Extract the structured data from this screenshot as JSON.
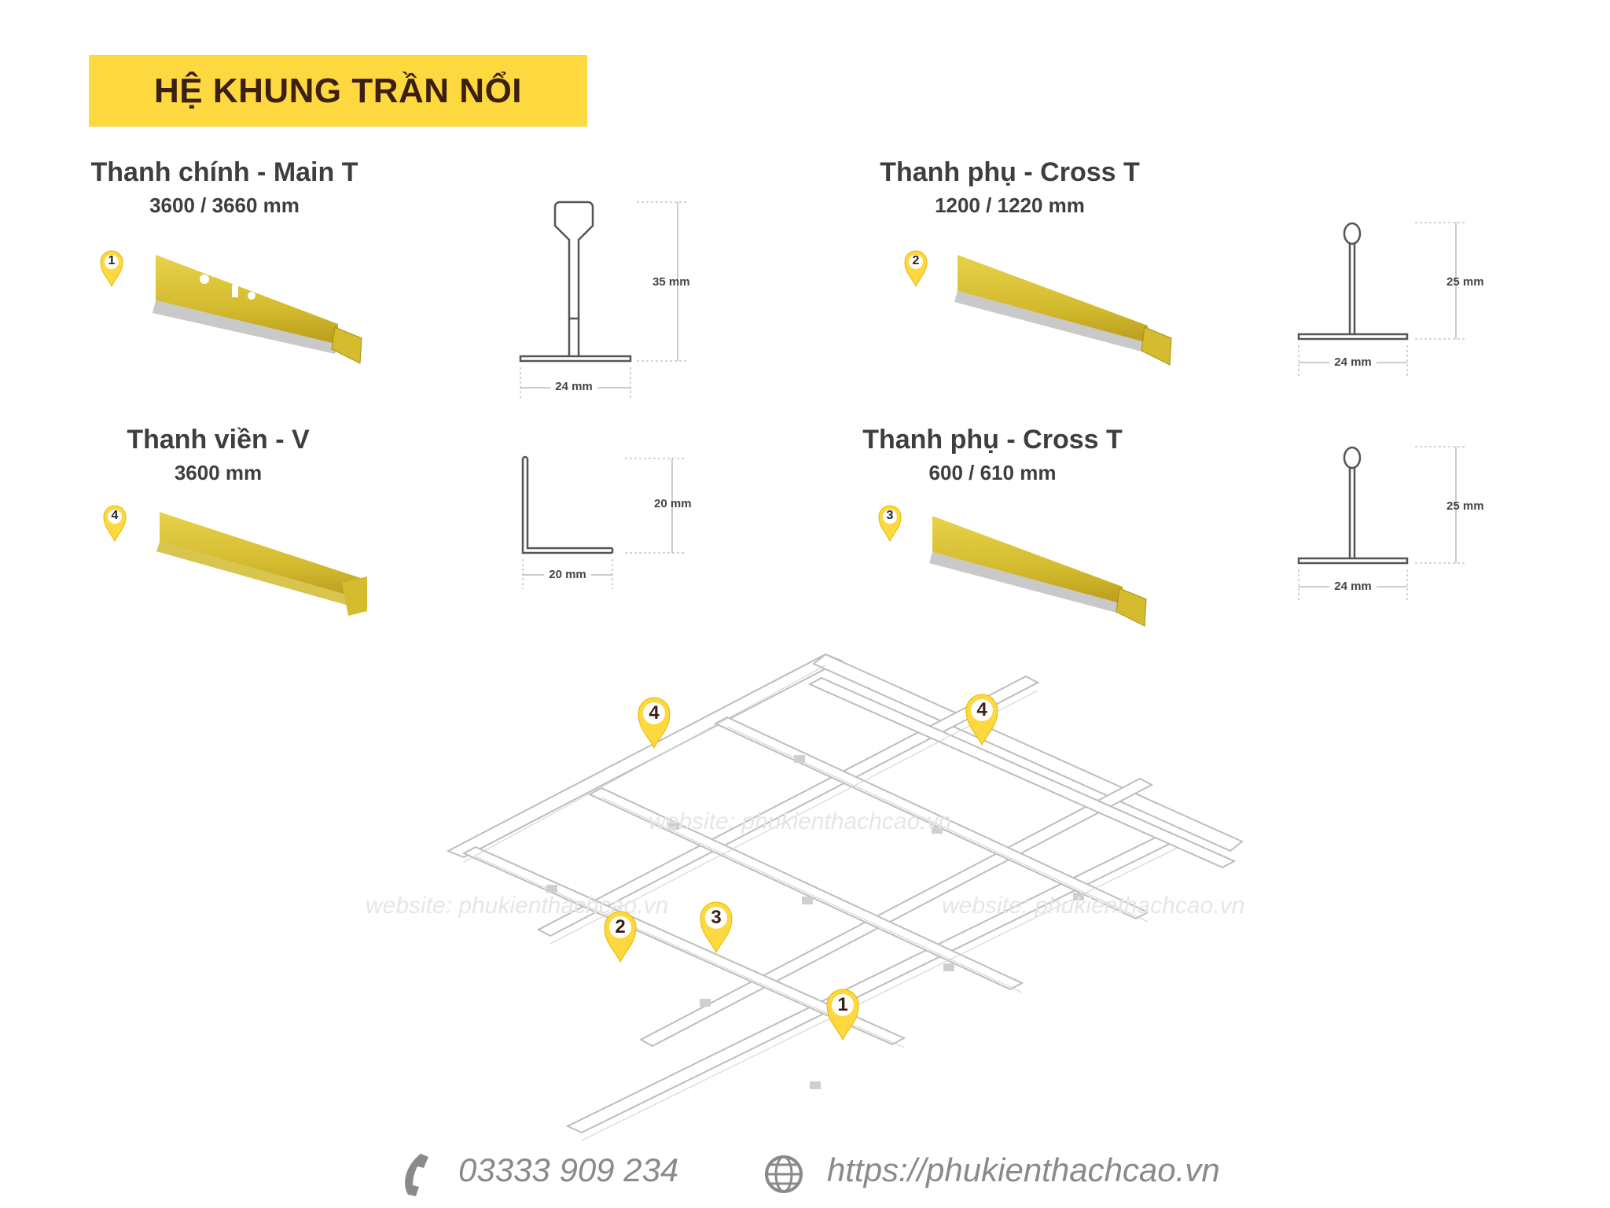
{
  "title": "HỆ KHUNG TRẦN NỔI",
  "products": [
    {
      "marker": "1",
      "name": "Thanh chính - Main T",
      "size": "3600 /   3660 mm",
      "height_label": "35 mm",
      "width_label": "24 mm"
    },
    {
      "marker": "2",
      "name": "Thanh phụ - Cross T",
      "size": "1200 /   1220 mm",
      "height_label": "25 mm",
      "width_label": "24 mm"
    },
    {
      "marker": "4",
      "name": "Thanh viền - V",
      "size": "3600 mm",
      "height_label": "20 mm",
      "width_label": "20 mm"
    },
    {
      "marker": "3",
      "name": "Thanh phụ - Cross T",
      "size": "600 /   610 mm",
      "height_label": "25 mm",
      "width_label": "24 mm"
    }
  ],
  "assembly_markers": [
    "4",
    "4",
    "2",
    "3",
    "1"
  ],
  "watermark": "website: phukienthachcao.vn",
  "footer": {
    "phone": "03333 909 234",
    "website": "https://phukienthachcao.vn"
  },
  "colors": {
    "accent": "#fdd83e",
    "title_text": "#3b1f12",
    "bar_gold": "#d9c23a"
  },
  "icons": {
    "phone": "phone-icon",
    "globe": "globe-icon"
  }
}
